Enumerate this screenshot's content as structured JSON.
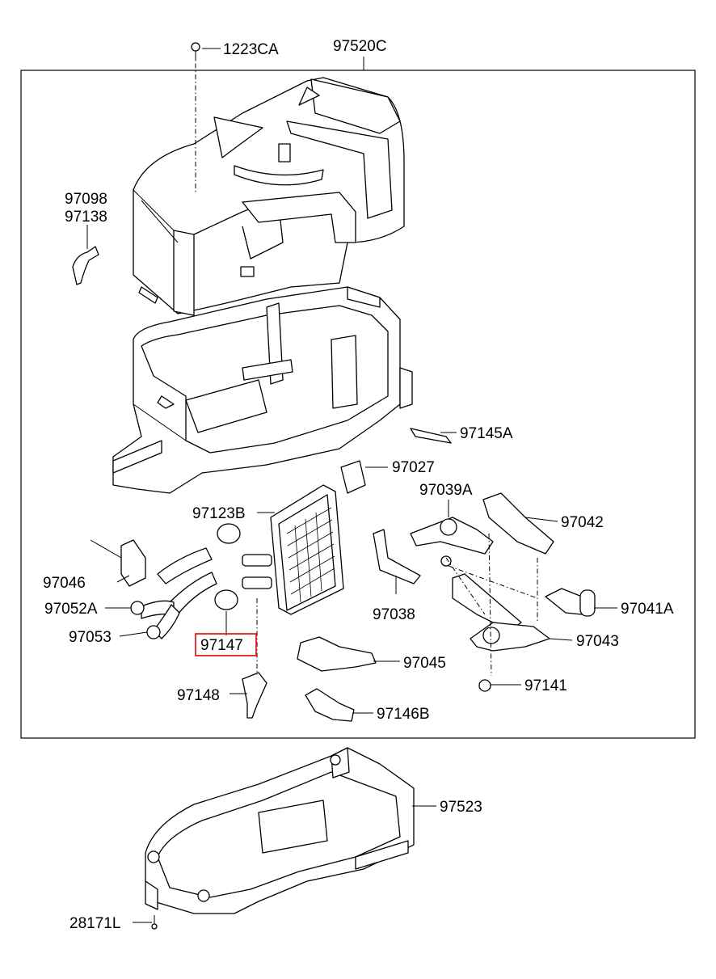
{
  "labels": {
    "p1223CA": "1223CA",
    "p97520C": "97520C",
    "p97098": "97098",
    "p97138": "97138",
    "p97145A": "97145A",
    "p97027": "97027",
    "p97039A": "97039A",
    "p97042": "97042",
    "p97123B": "97123B",
    "p97046": "97046",
    "p97052A": "97052A",
    "p97053": "97053",
    "p97147": "97147",
    "p97038": "97038",
    "p97041A": "97041A",
    "p97043": "97043",
    "p97045": "97045",
    "p97141": "97141",
    "p97148": "97148",
    "p97146B": "97146B",
    "p97523": "97523",
    "p28171L": "28171L"
  },
  "highlight": {
    "part": "97147",
    "color": "#e02020"
  }
}
